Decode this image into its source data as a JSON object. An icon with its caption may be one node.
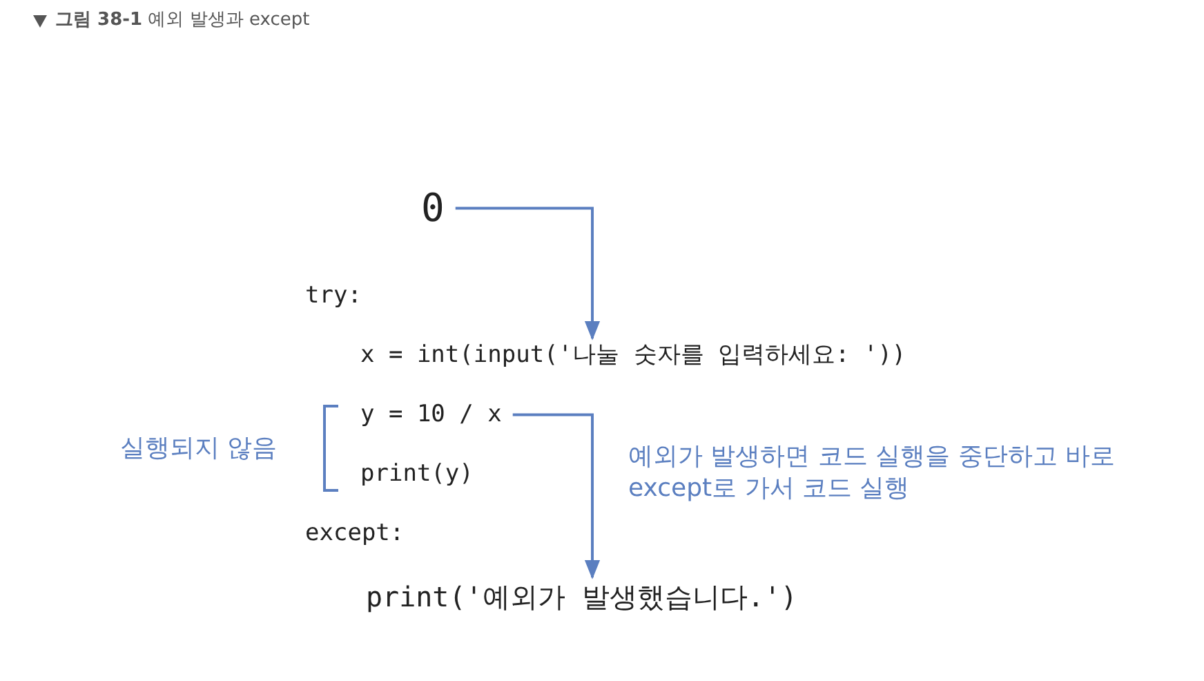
{
  "diagram": {
    "title": "**그림 38-1** 예외 발생과 except",
    "nodes": [
      {
        "text": [
          "0"
        ]
      },
      {
        "text": [
          "x = int(input('나눌 숫자를 입력하세요: '))"
        ]
      },
      {
        "text": [
          "y = 10 / x"
        ]
      },
      {
        "text": [
          "print('예외가 발생했습니다.')"
        ]
      }
    ],
    "edges": [
      {
        "from": 0,
        "to": 1,
        "arrow": "to"
      },
      {
        "from": 2,
        "to": 3,
        "arrow": "to"
      }
    ],
    "labels": [
      "try:",
      "print(y)",
      "except:",
      "실행되지 않음",
      "예외가 발생하면 코드 실행을 중단하고 바로 except로 가서 코드 실행"
    ]
  }
}
